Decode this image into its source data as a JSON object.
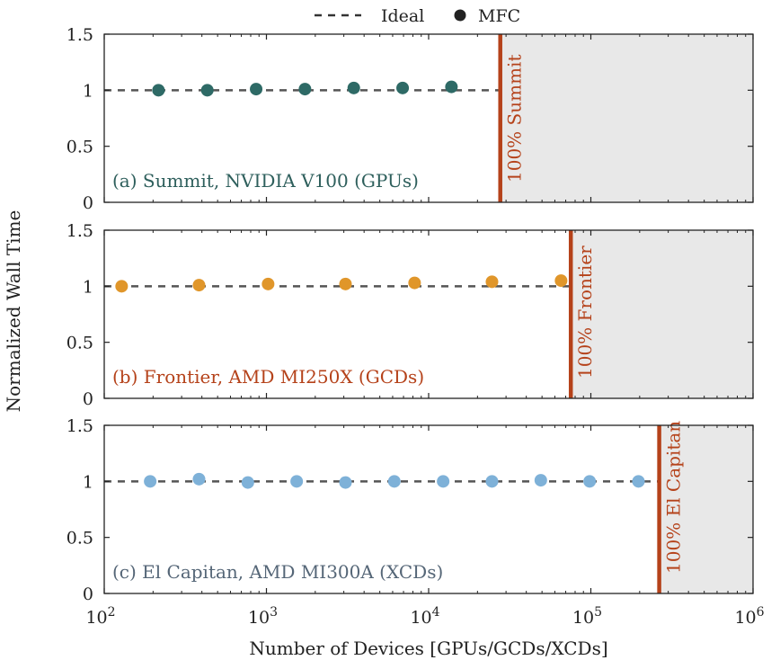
{
  "legend": {
    "ideal_label": "Ideal",
    "mfc_label": "MFC"
  },
  "colors": {
    "limit_line": "#b5421a",
    "shade": "#e8e8e8",
    "ideal": "#555555"
  },
  "chart_data": {
    "type": "scatter",
    "xlabel": "Number of Devices [GPUs/GCDs/XCDs]",
    "ylabel": "Normalized Wall Time",
    "x_scale": "log",
    "xlim": [
      100,
      1000000
    ],
    "x_ticks": [
      {
        "value": 100,
        "base": "10",
        "exp": "2"
      },
      {
        "value": 1000,
        "base": "10",
        "exp": "3"
      },
      {
        "value": 10000,
        "base": "10",
        "exp": "4"
      },
      {
        "value": 100000,
        "base": "10",
        "exp": "5"
      },
      {
        "value": 1000000,
        "base": "10",
        "exp": "6"
      }
    ],
    "ylim": [
      0,
      1.5
    ],
    "y_ticks": [
      "0",
      "0.5",
      "1",
      "1.5"
    ],
    "legend_position": "top-center",
    "ideal_value": 1,
    "panels": [
      {
        "label": "(a) Summit, NVIDIA V100 (GPUs)",
        "color": "#2e6a66",
        "limit_x": 27648,
        "limit_label": "100% Summit",
        "series": {
          "x": [
            216,
            432,
            864,
            1728,
            3456,
            6912,
            13824
          ],
          "y": [
            1.0,
            1.0,
            1.01,
            1.01,
            1.02,
            1.02,
            1.03
          ]
        }
      },
      {
        "label": "(b) Frontier, AMD MI250X (GCDs)",
        "color": "#e0962a",
        "limit_x": 75264,
        "limit_label": "100% Frontier",
        "series": {
          "x": [
            128,
            384,
            1024,
            3072,
            8192,
            24576,
            65536
          ],
          "y": [
            1.0,
            1.01,
            1.02,
            1.02,
            1.03,
            1.04,
            1.05
          ]
        }
      },
      {
        "label": "(c) El Capitan, AMD MI300A (XCDs)",
        "color": "#7eb1d8",
        "limit_x": 264000,
        "limit_label": "100% El Capitan",
        "series": {
          "x": [
            192,
            384,
            768,
            1536,
            3072,
            6144,
            12288,
            24576,
            49152,
            98304,
            196608
          ],
          "y": [
            1.0,
            1.02,
            0.99,
            1.0,
            0.99,
            1.0,
            1.0,
            1.0,
            1.01,
            1.0,
            1.0
          ]
        }
      }
    ]
  }
}
